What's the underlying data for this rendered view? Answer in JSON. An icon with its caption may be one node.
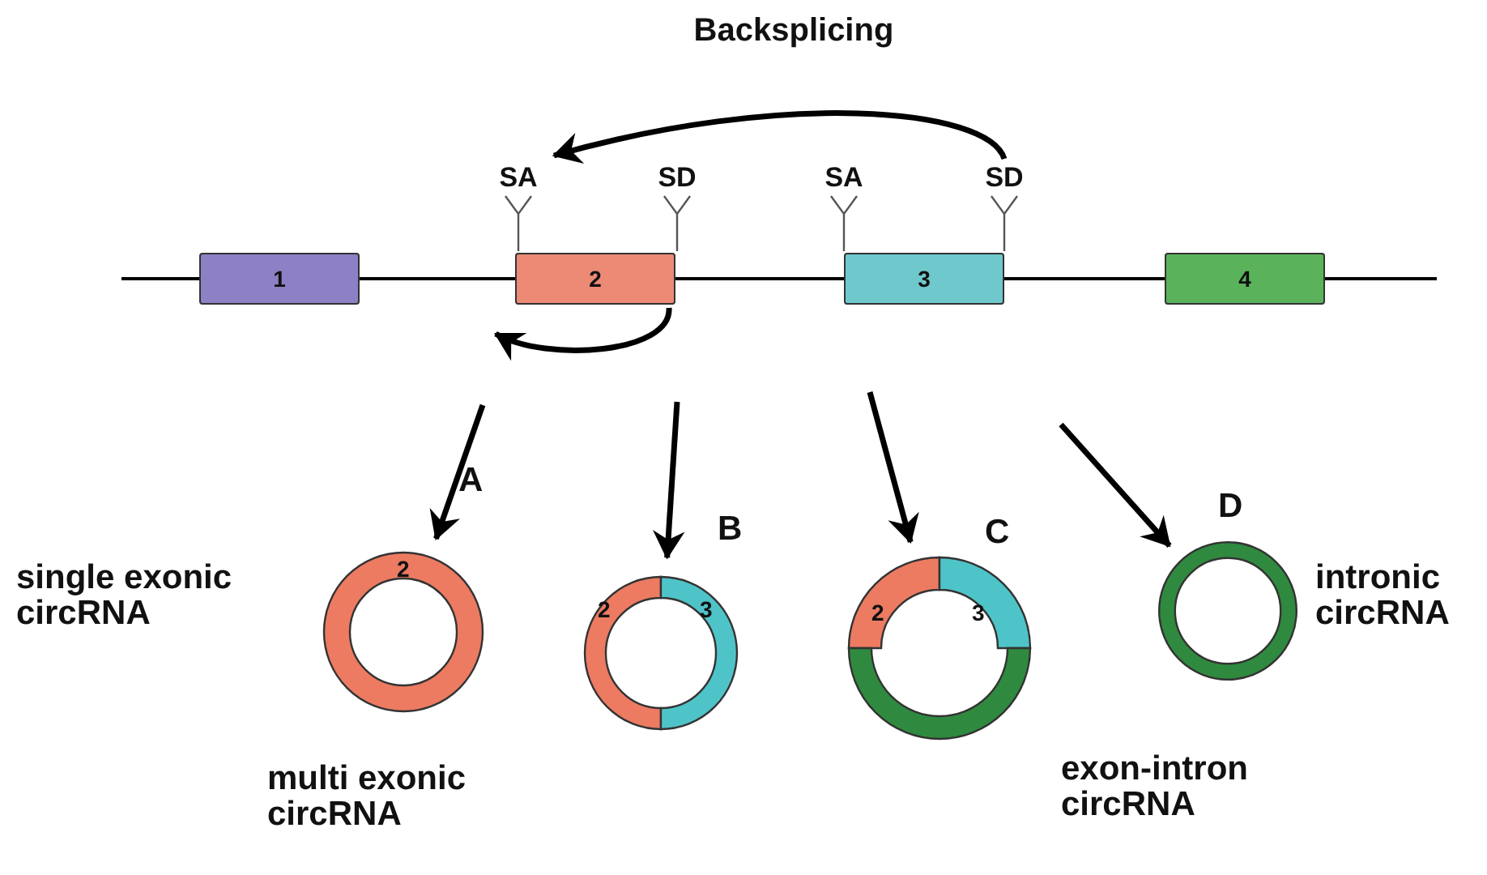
{
  "diagram": {
    "title": "Backsplicing",
    "nodes": [
      {
        "text": [
          "SA"
        ]
      },
      {
        "text": [
          "SD"
        ]
      },
      {
        "text": [
          "SA"
        ]
      },
      {
        "text": [
          "SD"
        ]
      },
      {
        "text": [
          "1"
        ]
      },
      {
        "text": [
          "2"
        ]
      },
      {
        "text": [
          "3"
        ]
      },
      {
        "text": [
          "4"
        ]
      },
      {
        "text": [
          "2"
        ],
        "beside": [
          "A",
          "single exonic circRNA"
        ]
      },
      {
        "text": [
          "2",
          "3"
        ],
        "beside": [
          "B"
        ]
      },
      {
        "text": [
          "2",
          "3"
        ],
        "beside": [
          "C",
          "exon-intron circRNA"
        ]
      },
      {
        "text": [],
        "shape": "circle",
        "beside": [
          "D",
          "intronic circRNA"
        ]
      }
    ],
    "edges": [
      {
        "from": 3,
        "to": 0,
        "arrow": "to"
      },
      {
        "from": 5,
        "to": 5,
        "arrow": "to"
      },
      {
        "from": null,
        "to": 8,
        "arrow": "to"
      },
      {
        "from": null,
        "to": 9,
        "arrow": "to"
      },
      {
        "from": null,
        "to": 10,
        "arrow": "to"
      },
      {
        "from": null,
        "to": 11,
        "arrow": "to"
      }
    ],
    "labels": [
      "multi exonic circRNA"
    ]
  }
}
